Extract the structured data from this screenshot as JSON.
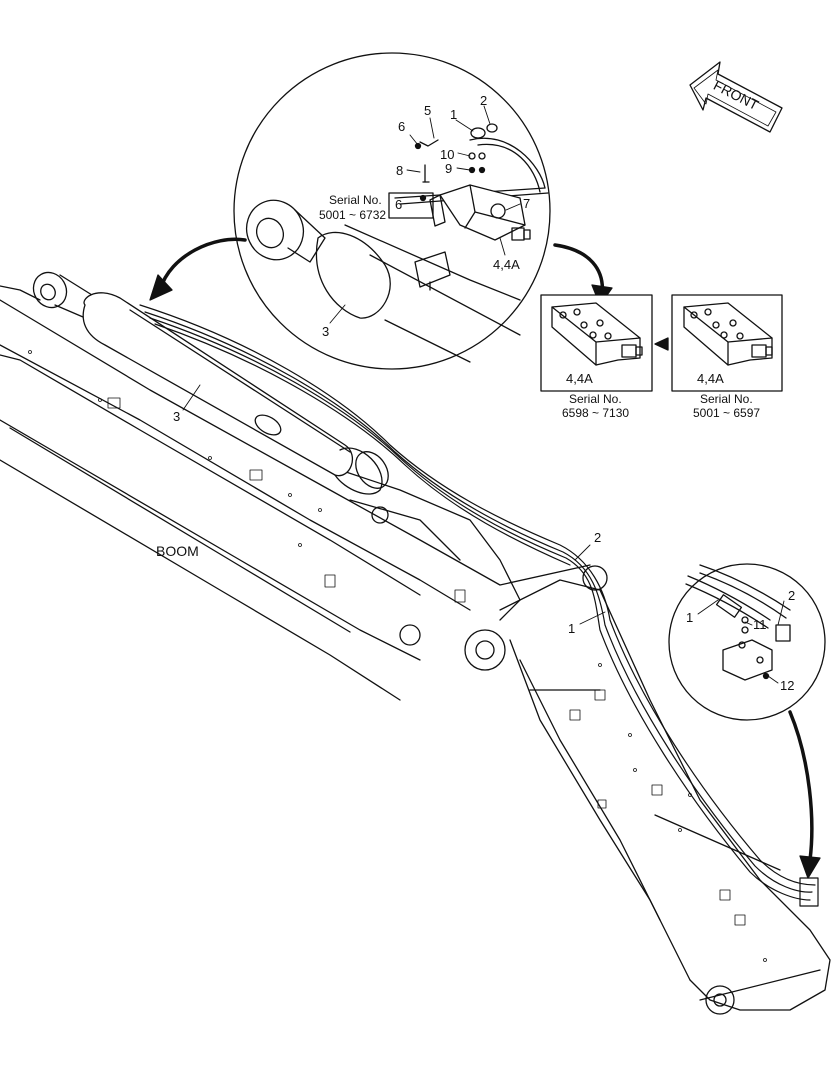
{
  "direction_label": "FRONT",
  "boom_label": "BOOM",
  "detail_top": {
    "labels": [
      "1",
      "2",
      "3",
      "4,4A",
      "5",
      "6",
      "6",
      "7",
      "8",
      "9",
      "10"
    ],
    "serial_title": "Serial No.",
    "serial_range": "5001 ~ 6732"
  },
  "variant_a": {
    "label": "4,4A",
    "serial_title": "Serial No.",
    "serial_range": "6598 ~ 7130"
  },
  "variant_b": {
    "label": "4,4A",
    "serial_title": "Serial No.",
    "serial_range": "5001 ~ 6597"
  },
  "detail_right": {
    "labels": [
      "1",
      "2",
      "11",
      "12"
    ]
  },
  "main_labels": [
    "3",
    "2",
    "1"
  ],
  "colors": {
    "line": "#111111",
    "background": "#ffffff"
  }
}
